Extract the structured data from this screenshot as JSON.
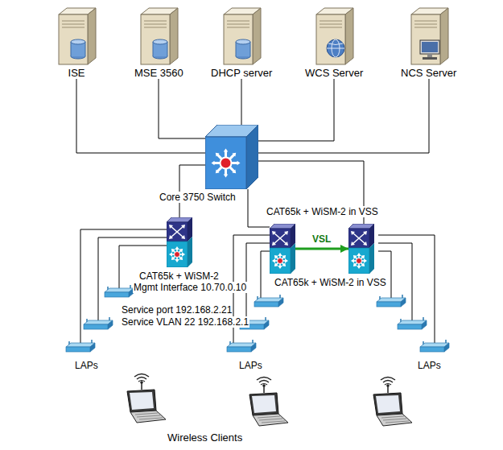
{
  "diagram": {
    "nodes": [
      {
        "text": [
          "ISE"
        ]
      },
      {
        "text": [
          "MSE 3560"
        ]
      },
      {
        "text": [
          "DHCP server"
        ]
      },
      {
        "text": [
          "WCS Server"
        ]
      },
      {
        "text": [
          "NCS Server"
        ]
      },
      {
        "text": [
          "Core 3750 Switch"
        ]
      },
      {
        "text": [
          "CAT65k + WiSM-2",
          "Mgmt Interface 10.70.0.10"
        ]
      },
      {
        "text": [
          "CAT65k + WiSM-2 in VSS"
        ]
      },
      {
        "text": [
          "CAT65k + WiSM-2 in VSS"
        ]
      }
    ],
    "edges": [
      {
        "from": 0,
        "to": 5,
        "arrow": "none"
      },
      {
        "from": 1,
        "to": 5,
        "arrow": "none"
      },
      {
        "from": 2,
        "to": 5,
        "arrow": "none"
      },
      {
        "from": 3,
        "to": 5,
        "arrow": "none"
      },
      {
        "from": 4,
        "to": 5,
        "arrow": "none"
      },
      {
        "from": 5,
        "to": 6,
        "arrow": "none"
      },
      {
        "from": 5,
        "to": 7,
        "arrow": "none"
      },
      {
        "from": 5,
        "to": 8,
        "arrow": "none"
      },
      {
        "from": 7,
        "to": 8,
        "label": "VSL",
        "arrow": "to"
      }
    ],
    "labels": [
      "Service port 192.168.2.21",
      "Service VLAN 22 192.168.2.1",
      "LAPs",
      "LAPs",
      "LAPs",
      "Wireless Clients"
    ]
  }
}
